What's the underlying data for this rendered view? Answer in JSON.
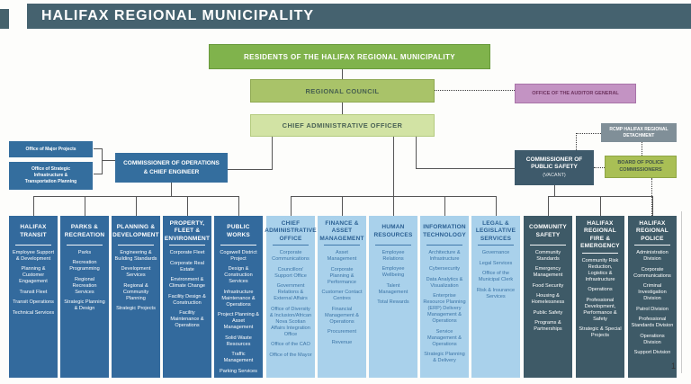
{
  "header": {
    "title": "HALIFAX REGIONAL MUNICIPALITY"
  },
  "page_number": "1",
  "top_boxes": {
    "residents": "RESIDENTS OF THE HALIFAX REGIONAL MUNICIPALITY",
    "council": "REGIONAL COUNCIL",
    "cao": "CHIEF ADMINISTRATIVE OFFICER",
    "auditor": "OFFICE OF THE AUDITOR GENERAL",
    "rcmp": "RCMP HALIFAX REGIONAL DETACHMENT",
    "public_safety": "COMMISSIONER OF PUBLIC SAFETY",
    "public_safety_sub": "(VACANT)",
    "board": "BOARD OF POLICE COMMISSIONERS",
    "major_projects": "Office of Major Projects",
    "strategic_infra": "Office of Strategic Infrastructure & Transportation Planning",
    "operations": "COMMISSIONER OF OPERATIONS & CHIEF ENGINEER"
  },
  "columns": [
    {
      "title": "HALIFAX TRANSIT",
      "theme": "dark-blue",
      "group": "operations",
      "items": [
        "Employee Support & Development",
        "Planning & Customer Engagement",
        "Transit Fleet",
        "Transit Operations",
        "Technical Services"
      ]
    },
    {
      "title": "PARKS & RECREATION",
      "theme": "dark-blue",
      "group": "operations",
      "items": [
        "Parks",
        "Recreation Programming",
        "Regional Recreation Services",
        "Strategic Planning & Design"
      ]
    },
    {
      "title": "PLANNING & DEVELOPMENT",
      "theme": "dark-blue",
      "group": "operations",
      "items": [
        "Engineering & Building Standards",
        "Development Services",
        "Regional & Community Planning",
        "Strategic Projects"
      ]
    },
    {
      "title": "PROPERTY, FLEET & ENVIRONMENT",
      "theme": "dark-blue",
      "group": "operations",
      "items": [
        "Corporate Fleet",
        "Corporate Real Estate",
        "Environment & Climate Change",
        "Facility Design & Construction",
        "Facility Maintenance & Operations"
      ]
    },
    {
      "title": "PUBLIC WORKS",
      "theme": "dark-blue",
      "group": "operations",
      "items": [
        "Cogswell District Project",
        "Design & Construction Services",
        "Infrastructure Maintenance & Operations",
        "Project Planning & Asset Management",
        "Solid Waste Resources",
        "Traffic Management",
        "Parking Services"
      ]
    },
    {
      "title": "CHIEF ADMINISTRATIVE OFFICE",
      "theme": "light-blue",
      "group": "cao",
      "items": [
        "Corporate Communications",
        "Councillors' Support Office",
        "Government Relations & External Affairs",
        "Office of Diversity & Inclusion/African Nova Scotian Affairs Integration Office",
        "Office of the CAO",
        "Office of the Mayor"
      ]
    },
    {
      "title": "FINANCE & ASSET MANAGEMENT",
      "theme": "light-blue",
      "group": "cao",
      "items": [
        "Asset Management",
        "Corporate Planning & Performance",
        "Customer Contact Centres",
        "Financial Management & Operations",
        "Procurement",
        "Revenue"
      ]
    },
    {
      "title": "HUMAN RESOURCES",
      "theme": "light-blue",
      "group": "cao",
      "items": [
        "Employee Relations",
        "Employee Wellbeing",
        "Talent Management",
        "Total Rewards"
      ]
    },
    {
      "title": "INFORMATION TECHNOLOGY",
      "theme": "light-blue",
      "group": "cao",
      "items": [
        "Architecture & Infrastructure",
        "Cybersecurity",
        "Data Analytics & Visualization",
        "Enterprise Resource Planning (ERP) Delivery Management & Operations",
        "Service Management & Operations",
        "Strategic Planning & Delivery"
      ]
    },
    {
      "title": "LEGAL & LEGISLATIVE SERVICES",
      "theme": "light-blue",
      "group": "cao",
      "items": [
        "Governance",
        "Legal Services",
        "Office of the Municipal Clerk",
        "Risk & Insurance Services"
      ]
    },
    {
      "title": "COMMUNITY SAFETY",
      "theme": "dark-slate",
      "group": "public-safety",
      "items": [
        "Community Standards",
        "Emergency Management",
        "Food Security",
        "Housing & Homelessness",
        "Public Safety",
        "Programs & Partnerships"
      ]
    },
    {
      "title": "HALIFAX REGIONAL FIRE & EMERGENCY",
      "theme": "dark-slate",
      "group": "public-safety",
      "items": [
        "Community Risk Reduction, Logistics & Infrastructure",
        "Operations",
        "Professional Development, Performance & Safety",
        "Strategic & Special Projects"
      ]
    },
    {
      "title": "HALIFAX REGIONAL POLICE",
      "theme": "dark-slate",
      "group": "public-safety",
      "items": [
        "Administration Division",
        "Corporate Communications",
        "Criminal Investigation Division",
        "Patrol Division",
        "Professional Standards Division",
        "Operations Division",
        "Support Division"
      ]
    }
  ],
  "colors": {
    "banner": "#45626f",
    "box_blue": "#346e9e",
    "column_dark_blue": "#336a9d",
    "column_light_blue": "#a9d1eb",
    "column_dark_slate": "#3e5a67",
    "green_residents": "#80b34c",
    "green_council": "#a9c369",
    "green_cao": "#d2e3a4",
    "green_board": "#a9bf55",
    "purple_auditor": "#c393c3",
    "gray_rcmp": "#808f98",
    "dark_public_safety": "#3e5a6b"
  }
}
